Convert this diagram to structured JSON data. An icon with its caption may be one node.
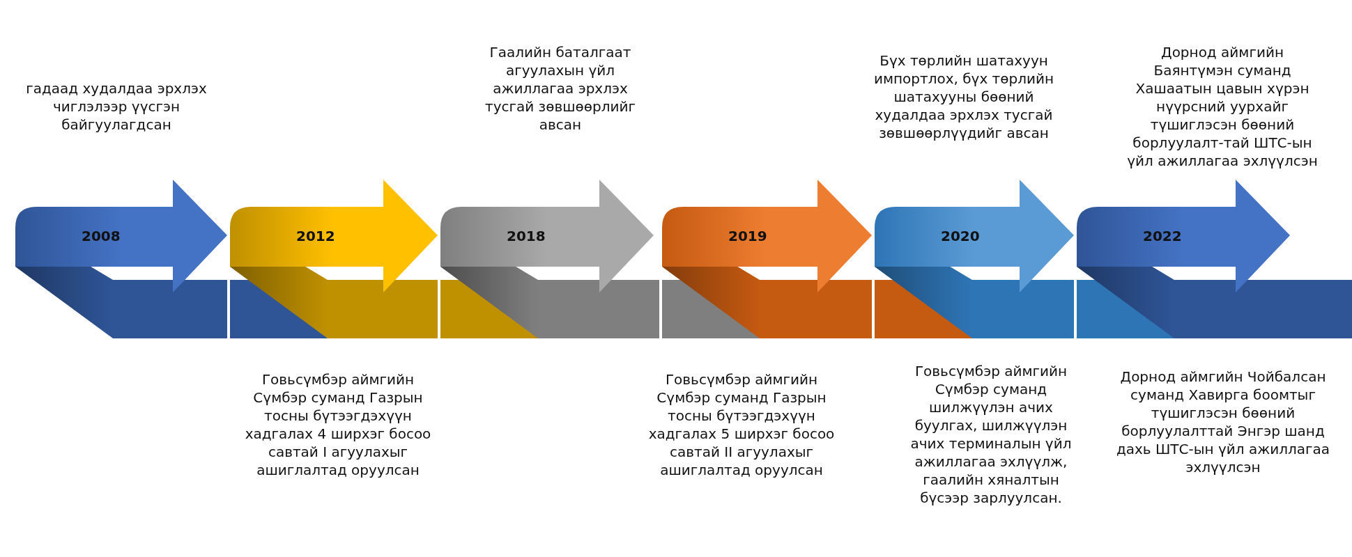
{
  "diagram": {
    "nodes": [
      {
        "text": [
          "2008"
        ],
        "beside": [
          "гадаад худалдаа эрхлэх чиглэлээр үүсгэн байгуулагдсан"
        ]
      },
      {
        "text": [
          "2012"
        ],
        "beside": [
          "Говьсүмбэр аймгийн Сүмбэр суманд Газрын тосны бүтээгдэхүүн хадгалах 4 ширхэг босоо савтай I агуулахыг ашиглалтад оруулсан"
        ]
      },
      {
        "text": [
          "2018"
        ],
        "beside": [
          "Гаалийн баталгаат агуулахын үйл ажиллагаа эрхлэх тусгай зөвшөөрлийг авсан"
        ]
      },
      {
        "text": [
          "2019"
        ],
        "beside": [
          "Говьсүмбэр аймгийн Сүмбэр суманд Газрын тосны бүтээгдэхүүн хадгалах 5 ширхэг босоо савтай II агуулахыг ашиглалтад оруулсан"
        ]
      },
      {
        "text": [
          "2020"
        ],
        "beside": [
          "Бүх төрлийн шатахуун импортлох, бүх төрлийн шатахууны бөөний худалдаа эрхлэх тусгай зөвшөөрлүүдийг авсан",
          "Говьсүмбэр аймгийн Сүмбэр суманд шилжүүлэн ачих буулгах, шилжүүлэн ачих терминалын үйл ажиллагаа эхлүүлж, гаалийн хяналтын бүсээр зарлуулсан."
        ]
      },
      {
        "text": [
          "2022"
        ],
        "beside": [
          "Дорнод аймгийн Баянтүмэн суманд Хашаатын цавын хүрэн нүүрсний уурхайг түшиглэсэн бөөний борлуулалт-тай ШТС-ын үйл ажиллагаа эхлүүлсэн",
          "Дорнод аймгийн Чойбалсан суманд Хавирга боомтыг түшиглэсэн бөөний борлуулалттай Энгэр шанд дахь ШТС-ын үйл ажиллагаа эхлүүлсэн"
        ]
      }
    ]
  }
}
